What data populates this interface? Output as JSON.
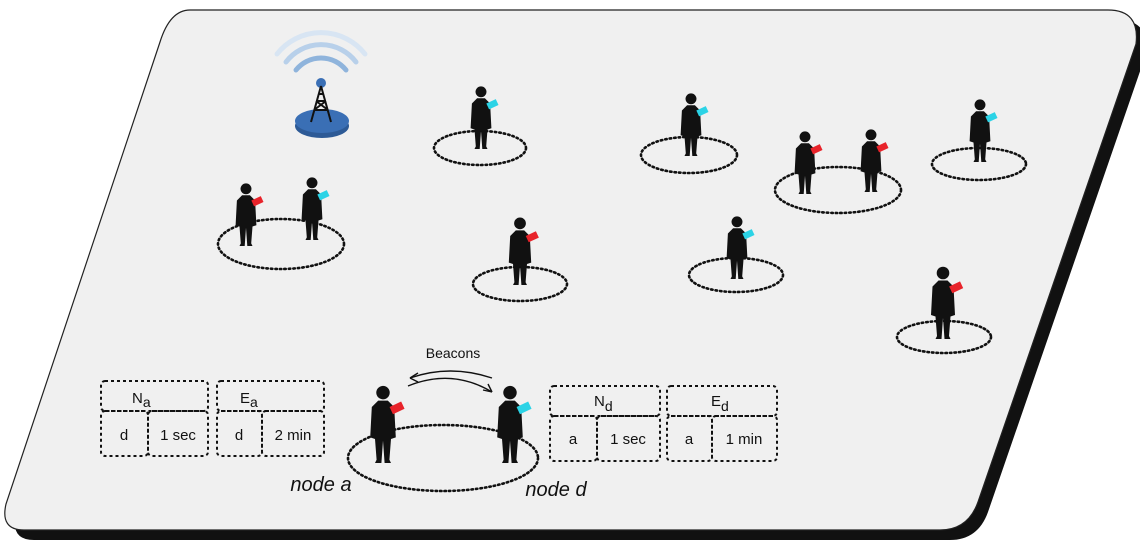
{
  "colors": {
    "background": "#ffffff",
    "plane_fill": "#f0f0f0",
    "plane_shadow": "#111111",
    "tower": "#3a6fb5",
    "signal_wave": "#8fb4dc",
    "device_red": "#e8232a",
    "device_cyan": "#2bd3e6",
    "silhouette": "#111111"
  },
  "icons": {
    "tower": "cell-tower-icon",
    "person": "person-with-phone-icon"
  },
  "labels": {
    "beacons": "Beacons",
    "node_a": "node a",
    "node_d": "node d"
  },
  "tables": {
    "node_a": [
      {
        "name": "N",
        "subscript": "a",
        "rows": [
          [
            "d",
            "1 sec"
          ]
        ]
      },
      {
        "name": "E",
        "subscript": "a",
        "rows": [
          [
            "d",
            "2 min"
          ]
        ]
      }
    ],
    "node_d": [
      {
        "name": "N",
        "subscript": "d",
        "rows": [
          [
            "a",
            "1 sec"
          ]
        ]
      },
      {
        "name": "E",
        "subscript": "d",
        "rows": [
          [
            "a",
            "1 min"
          ]
        ]
      }
    ]
  }
}
